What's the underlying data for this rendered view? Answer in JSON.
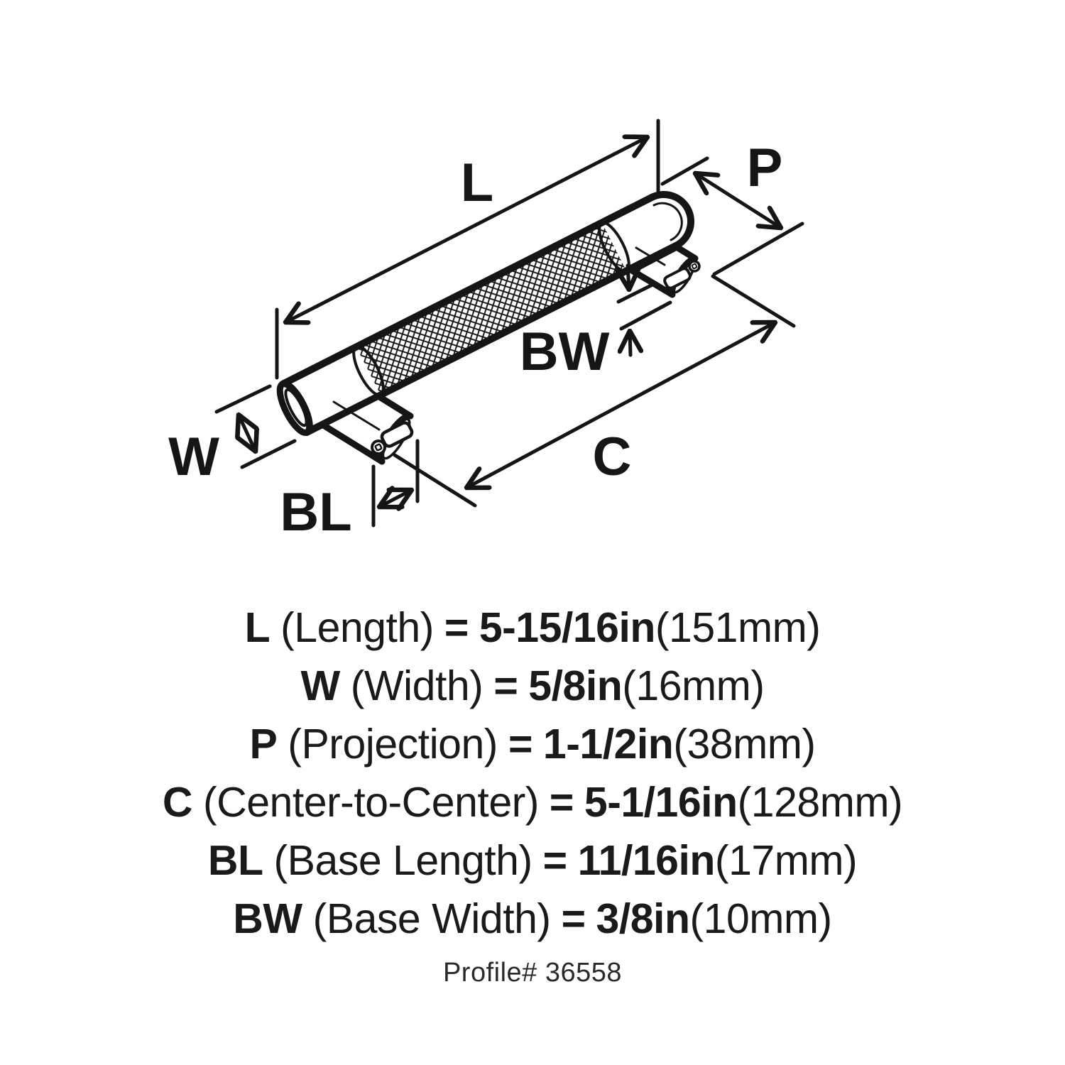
{
  "diagram": {
    "labels": {
      "l": "L",
      "p": "P",
      "bw": "BW",
      "w": "W",
      "c": "C",
      "bl": "BL"
    }
  },
  "legend": {
    "rows": [
      {
        "symbol": "L",
        "name": "(Length)",
        "eq": "=",
        "value": "5-15/16in",
        "metric": "(151mm)"
      },
      {
        "symbol": "W",
        "name": "(Width)",
        "eq": "=",
        "value": "5/8in",
        "metric": "(16mm)"
      },
      {
        "symbol": "P",
        "name": "(Projection)",
        "eq": "=",
        "value": "1-1/2in",
        "metric": "(38mm)"
      },
      {
        "symbol": "C",
        "name": "(Center-to-Center)",
        "eq": "=",
        "value": "5-1/16in",
        "metric": "(128mm)"
      },
      {
        "symbol": "BL",
        "name": "(Base Length)",
        "eq": "=",
        "value": "11/16in",
        "metric": "(17mm)"
      },
      {
        "symbol": "BW",
        "name": "(Base Width)",
        "eq": "=",
        "value": "3/8in",
        "metric": "(10mm)"
      }
    ],
    "profile": "Profile# 36558"
  },
  "colors": {
    "ink": "#151515",
    "background": "#ffffff"
  }
}
